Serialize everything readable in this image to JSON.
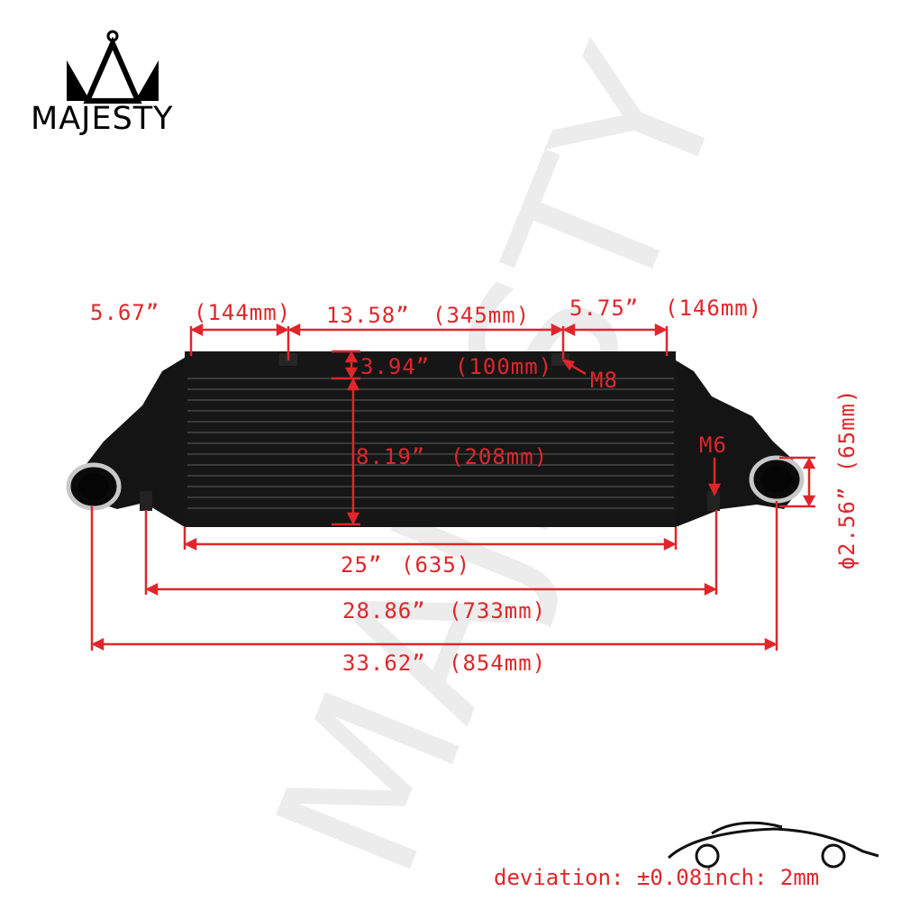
{
  "brand": {
    "name": "MAJESTY",
    "logo_icon": "crown-icon",
    "watermark_icon": "crown-watermark-icon"
  },
  "product": {
    "image_icon": "intercooler-icon"
  },
  "dimensions": {
    "left_segment": {
      "inch": "5.67”",
      "mm": "(144mm)"
    },
    "middle_segment": {
      "inch": "13.58”",
      "mm": "(345mm)"
    },
    "right_segment": {
      "inch": "5.75”",
      "mm": "(146mm)"
    },
    "tank_height": {
      "inch": "3.94”",
      "mm": "(100mm)"
    },
    "core_height": {
      "inch": "8.19”",
      "mm": "(208mm)"
    },
    "core_width": {
      "inch": "25”",
      "mm": "(635)"
    },
    "mount_width": {
      "inch": "28.86”",
      "mm": "(733mm)"
    },
    "overall_width": {
      "inch": "33.62”",
      "mm": "(854mm)"
    },
    "outlet_diameter": "ϕ2.56” (65mm)",
    "bolt_m8": "M8",
    "bolt_m6": "M6"
  },
  "footer": {
    "deviation": "deviation: ±0.08inch: 2mm",
    "car_icon": "sports-car-icon"
  },
  "colors": {
    "dimension": "#e0262b",
    "product": "#141414"
  }
}
